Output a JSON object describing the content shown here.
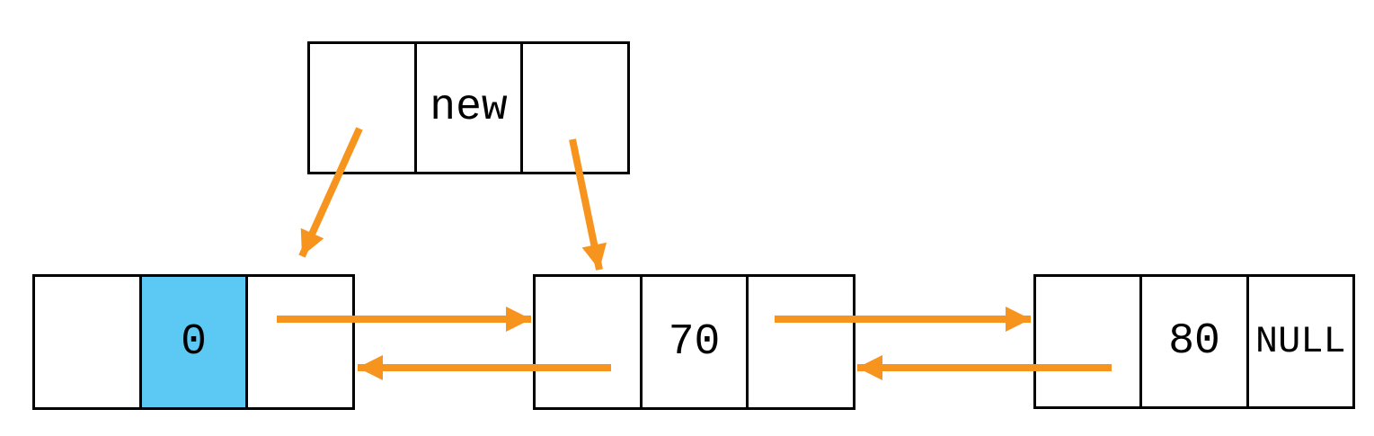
{
  "diagram": {
    "type": "doubly-linked-list-insertion",
    "colors": {
      "arrow": "#F7941D",
      "highlight_cell": "#5CC9F5",
      "box_border": "#000000",
      "text": "#000000",
      "background": "#FFFFFF"
    },
    "nodes": [
      {
        "id": "new-node",
        "prev": "",
        "data": "new",
        "next": "",
        "highlighted": false
      },
      {
        "id": "node-0",
        "prev": "",
        "data": "0",
        "next": "",
        "highlighted": true
      },
      {
        "id": "node-70",
        "prev": "",
        "data": "70",
        "next": "",
        "highlighted": false
      },
      {
        "id": "node-80",
        "prev": "",
        "data": "80",
        "next": "NULL",
        "highlighted": false
      }
    ],
    "arrows": [
      {
        "from": "new-node.prev",
        "to": "node-0",
        "direction": "down-left"
      },
      {
        "from": "new-node.next",
        "to": "node-70",
        "direction": "down-right"
      },
      {
        "from": "node-0.next",
        "to": "node-70",
        "direction": "right"
      },
      {
        "from": "node-70.prev",
        "to": "node-0",
        "direction": "left"
      },
      {
        "from": "node-70.next",
        "to": "node-80",
        "direction": "right"
      },
      {
        "from": "node-80.prev",
        "to": "node-70",
        "direction": "left"
      }
    ]
  }
}
